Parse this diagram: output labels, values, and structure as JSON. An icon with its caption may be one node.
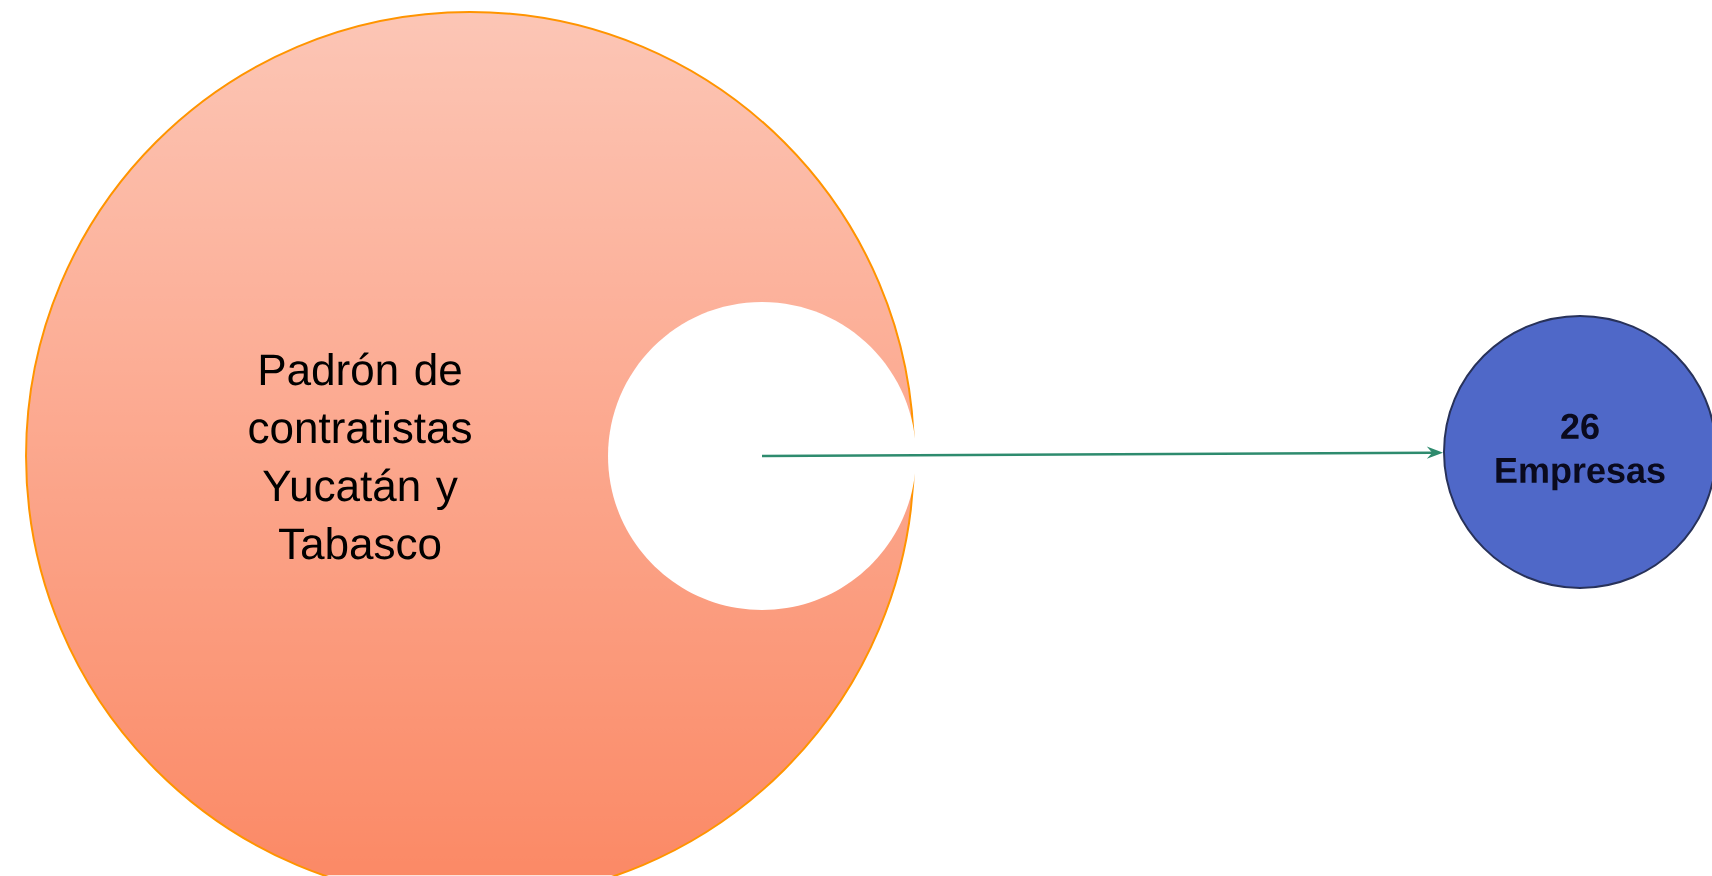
{
  "diagram": {
    "nodes": [
      {
        "text": [
          "Padrón de contratistas Yucatán y Tabasco"
        ]
      },
      {
        "text": [],
        "shape": "circle",
        "in": 0
      },
      {
        "text": [
          "26 Empresas"
        ]
      }
    ],
    "edges": [
      {
        "from": 1,
        "to": 2,
        "arrow": "to"
      }
    ]
  }
}
